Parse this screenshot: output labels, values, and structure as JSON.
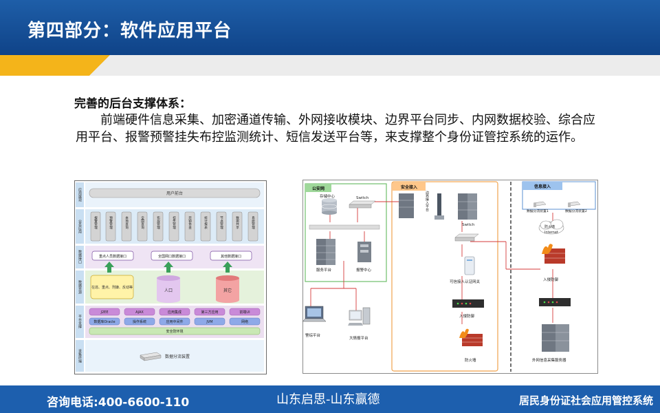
{
  "header": {
    "title": "第四部分：软件应用平台"
  },
  "content": {
    "heading": "完善的后台支撑体系：",
    "paragraph": "前端硬件信息采集、加密通道传输、外网接收模块、边界平台同步、内网数据校验、综合应用平台、报警预警挂失布控监测统计、短信发送平台等，来支撑整个身份证管控系统的运作。"
  },
  "arch": {
    "side_labels": [
      "应用展现",
      "业务应用",
      "数据接口",
      "数据资源",
      "平台支撑",
      "采集终端"
    ],
    "top_bar": "用户前台",
    "modules": [
      "报警管理",
      "预警管理",
      "本地查询",
      "全国查询",
      "布控管理",
      "挂失管理",
      "开锁协查",
      "统计报表",
      "节点管理",
      "数据共享",
      "系统管理"
    ],
    "interfaces": [
      "重点人员数据接口",
      "全国网口数据接口",
      "其他数据接口"
    ],
    "resources": [
      "在逃、重点、刑嫌、反动等",
      "人口",
      "其它"
    ],
    "platform_row1": [
      "J2EE",
      "AJAX",
      "应用集成",
      "第三方应用",
      "前端UI"
    ],
    "platform_row2": [
      "数据库Oracle",
      "操作系统",
      "应用中间件",
      "JVM",
      "网络"
    ],
    "platform_bar": "安全防环境",
    "device": "数据分流装置"
  },
  "network": {
    "zone_police": "公安网",
    "zone_secure": "安全接入",
    "zone_info": "信息接入",
    "storage": "存储中心",
    "switch1": "Switch",
    "service": "服务平台",
    "alarm_center": "报警中心",
    "alarm_platform": "警综平台",
    "big_platform": "大情报平台",
    "border": "边界接入平台",
    "switch2": "Switch",
    "gateway": "可信接入认证网关",
    "ids1": "入侵防御",
    "firewall1": "防火墙",
    "dev1": "数据分流装置1",
    "dev2": "数据分流装置2",
    "internet_fw": "防火墙",
    "internet": "Internet",
    "ids2": "入侵防御",
    "ext_server": "外网信息采集服务器"
  },
  "footer": {
    "phone": "咨询电话:400-6600-110",
    "company": "山东启思-山东赢德",
    "system": "居民身份证社会应用管控系统"
  }
}
